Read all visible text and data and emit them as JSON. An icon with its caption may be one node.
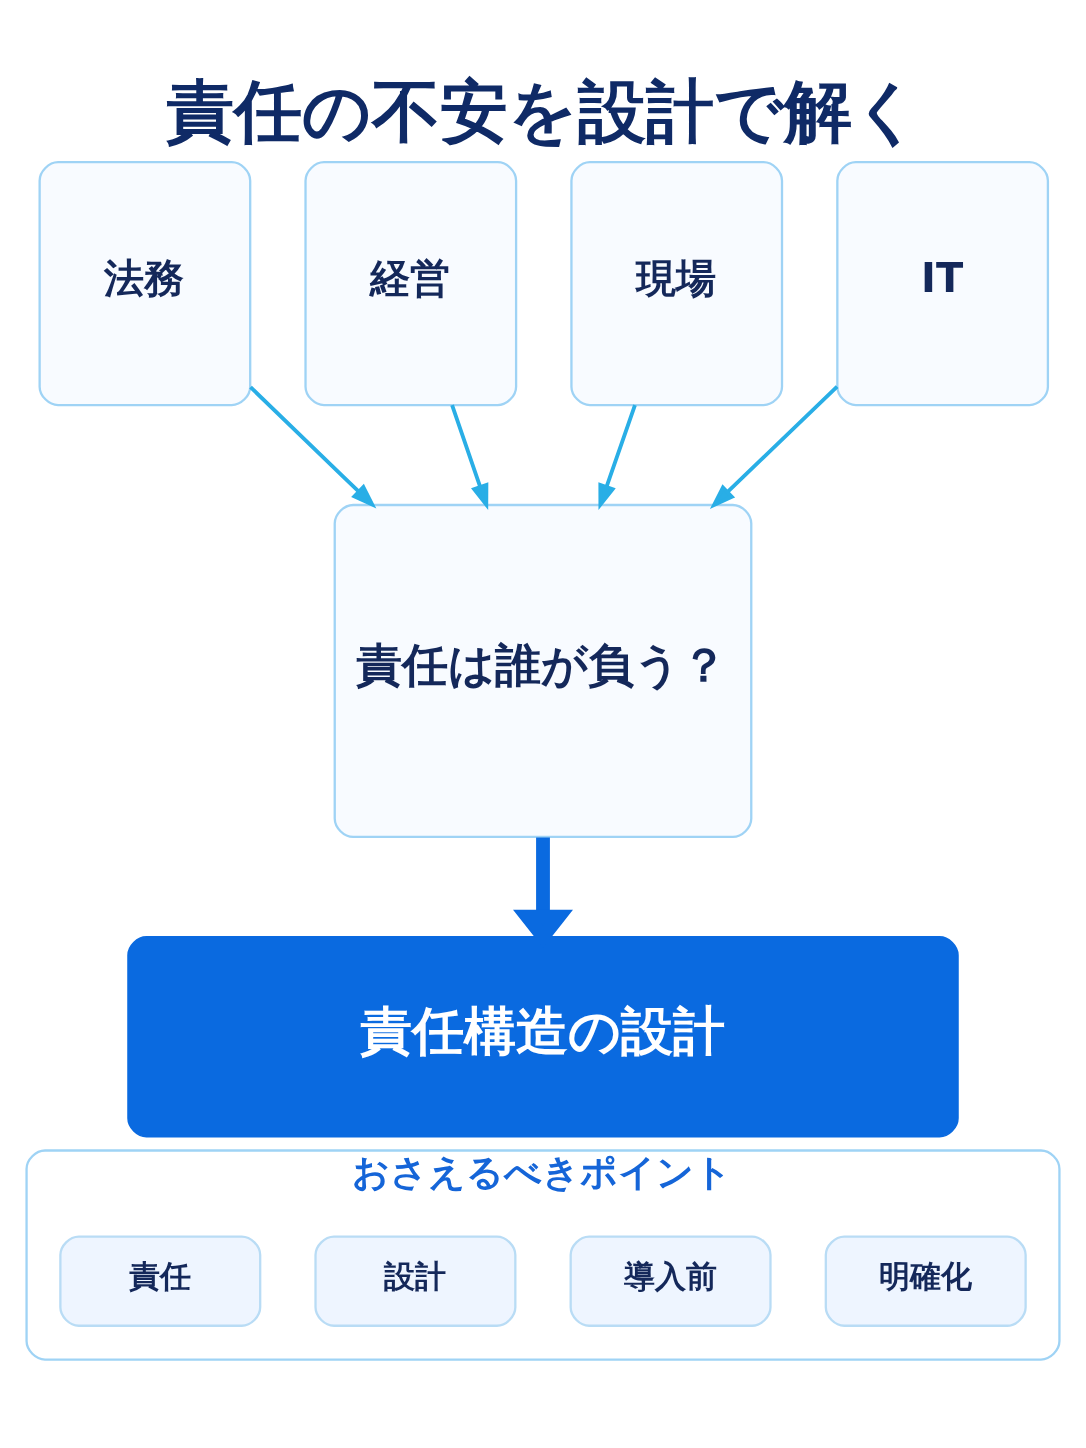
{
  "diagram": {
    "title": "責任の不安を設計で解く",
    "nodes": [
      {
        "text": [
          "法務"
        ]
      },
      {
        "text": [
          "現場"
        ]
      },
      {
        "text": [
          "責任は誰が負う？"
        ]
      },
      {
        "text": [
          "経営"
        ]
      },
      {
        "text": [
          "IT"
        ]
      },
      {
        "text": [
          "責任構造の設計"
        ]
      },
      {
        "text": [
          "おさえるべきポイント"
        ]
      },
      {
        "text": [
          "責任"
        ],
        "in": 6
      },
      {
        "text": [
          "設計"
        ],
        "in": 6
      },
      {
        "text": [
          "導入前"
        ],
        "in": 6
      },
      {
        "text": [
          "明確化"
        ],
        "in": 6
      }
    ],
    "edges": [
      {
        "from": 0,
        "to": 2,
        "arrow": "to"
      },
      {
        "from": 1,
        "to": 2,
        "arrow": "to"
      },
      {
        "from": 3,
        "to": 2,
        "arrow": "to"
      },
      {
        "from": 4,
        "to": 2,
        "arrow": "to"
      },
      {
        "from": 2,
        "to": 5,
        "arrow": "to",
        "style": "thick",
        "color": "#0a6ae0"
      }
    ]
  }
}
